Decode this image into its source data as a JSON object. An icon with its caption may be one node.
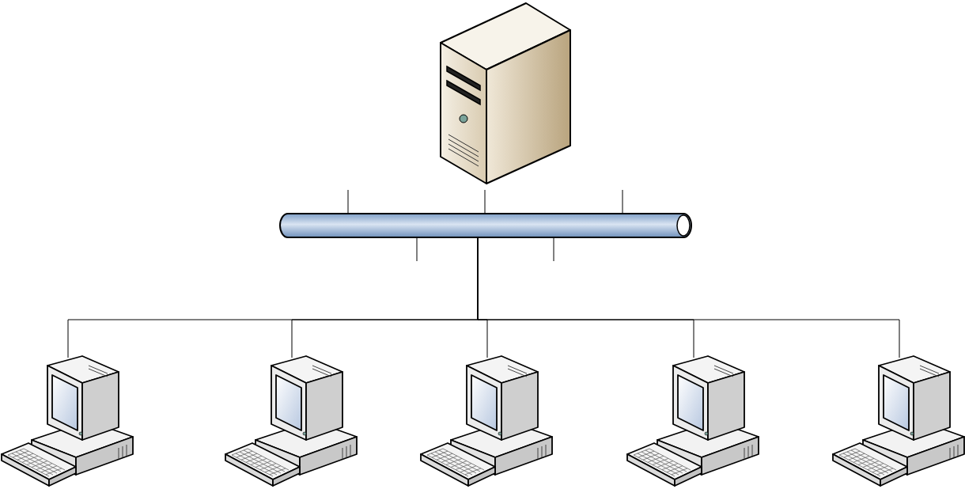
{
  "diagram": {
    "nodes": [
      {
        "text": [],
        "shape": "picture"
      },
      {
        "text": [],
        "shape": "cylinder"
      },
      {
        "text": [],
        "shape": "picture"
      },
      {
        "text": [],
        "shape": "picture"
      },
      {
        "text": [],
        "shape": "picture"
      },
      {
        "text": [],
        "shape": "picture"
      },
      {
        "text": [],
        "shape": "picture"
      }
    ],
    "edges": [
      {
        "from": 0,
        "to": 1,
        "arrow": "none"
      },
      {
        "from": 1,
        "to": 2,
        "arrow": "none"
      },
      {
        "from": 1,
        "to": 3,
        "arrow": "none"
      },
      {
        "from": 1,
        "to": 4,
        "arrow": "none"
      },
      {
        "from": 1,
        "to": 5,
        "arrow": "none"
      },
      {
        "from": 1,
        "to": 6,
        "arrow": "none"
      },
      {
        "from": 1,
        "to": null,
        "arrow": "none"
      },
      {
        "from": 1,
        "to": null,
        "arrow": "none"
      },
      {
        "from": 1,
        "to": null,
        "arrow": "none"
      },
      {
        "from": 1,
        "to": null,
        "arrow": "none"
      }
    ]
  }
}
